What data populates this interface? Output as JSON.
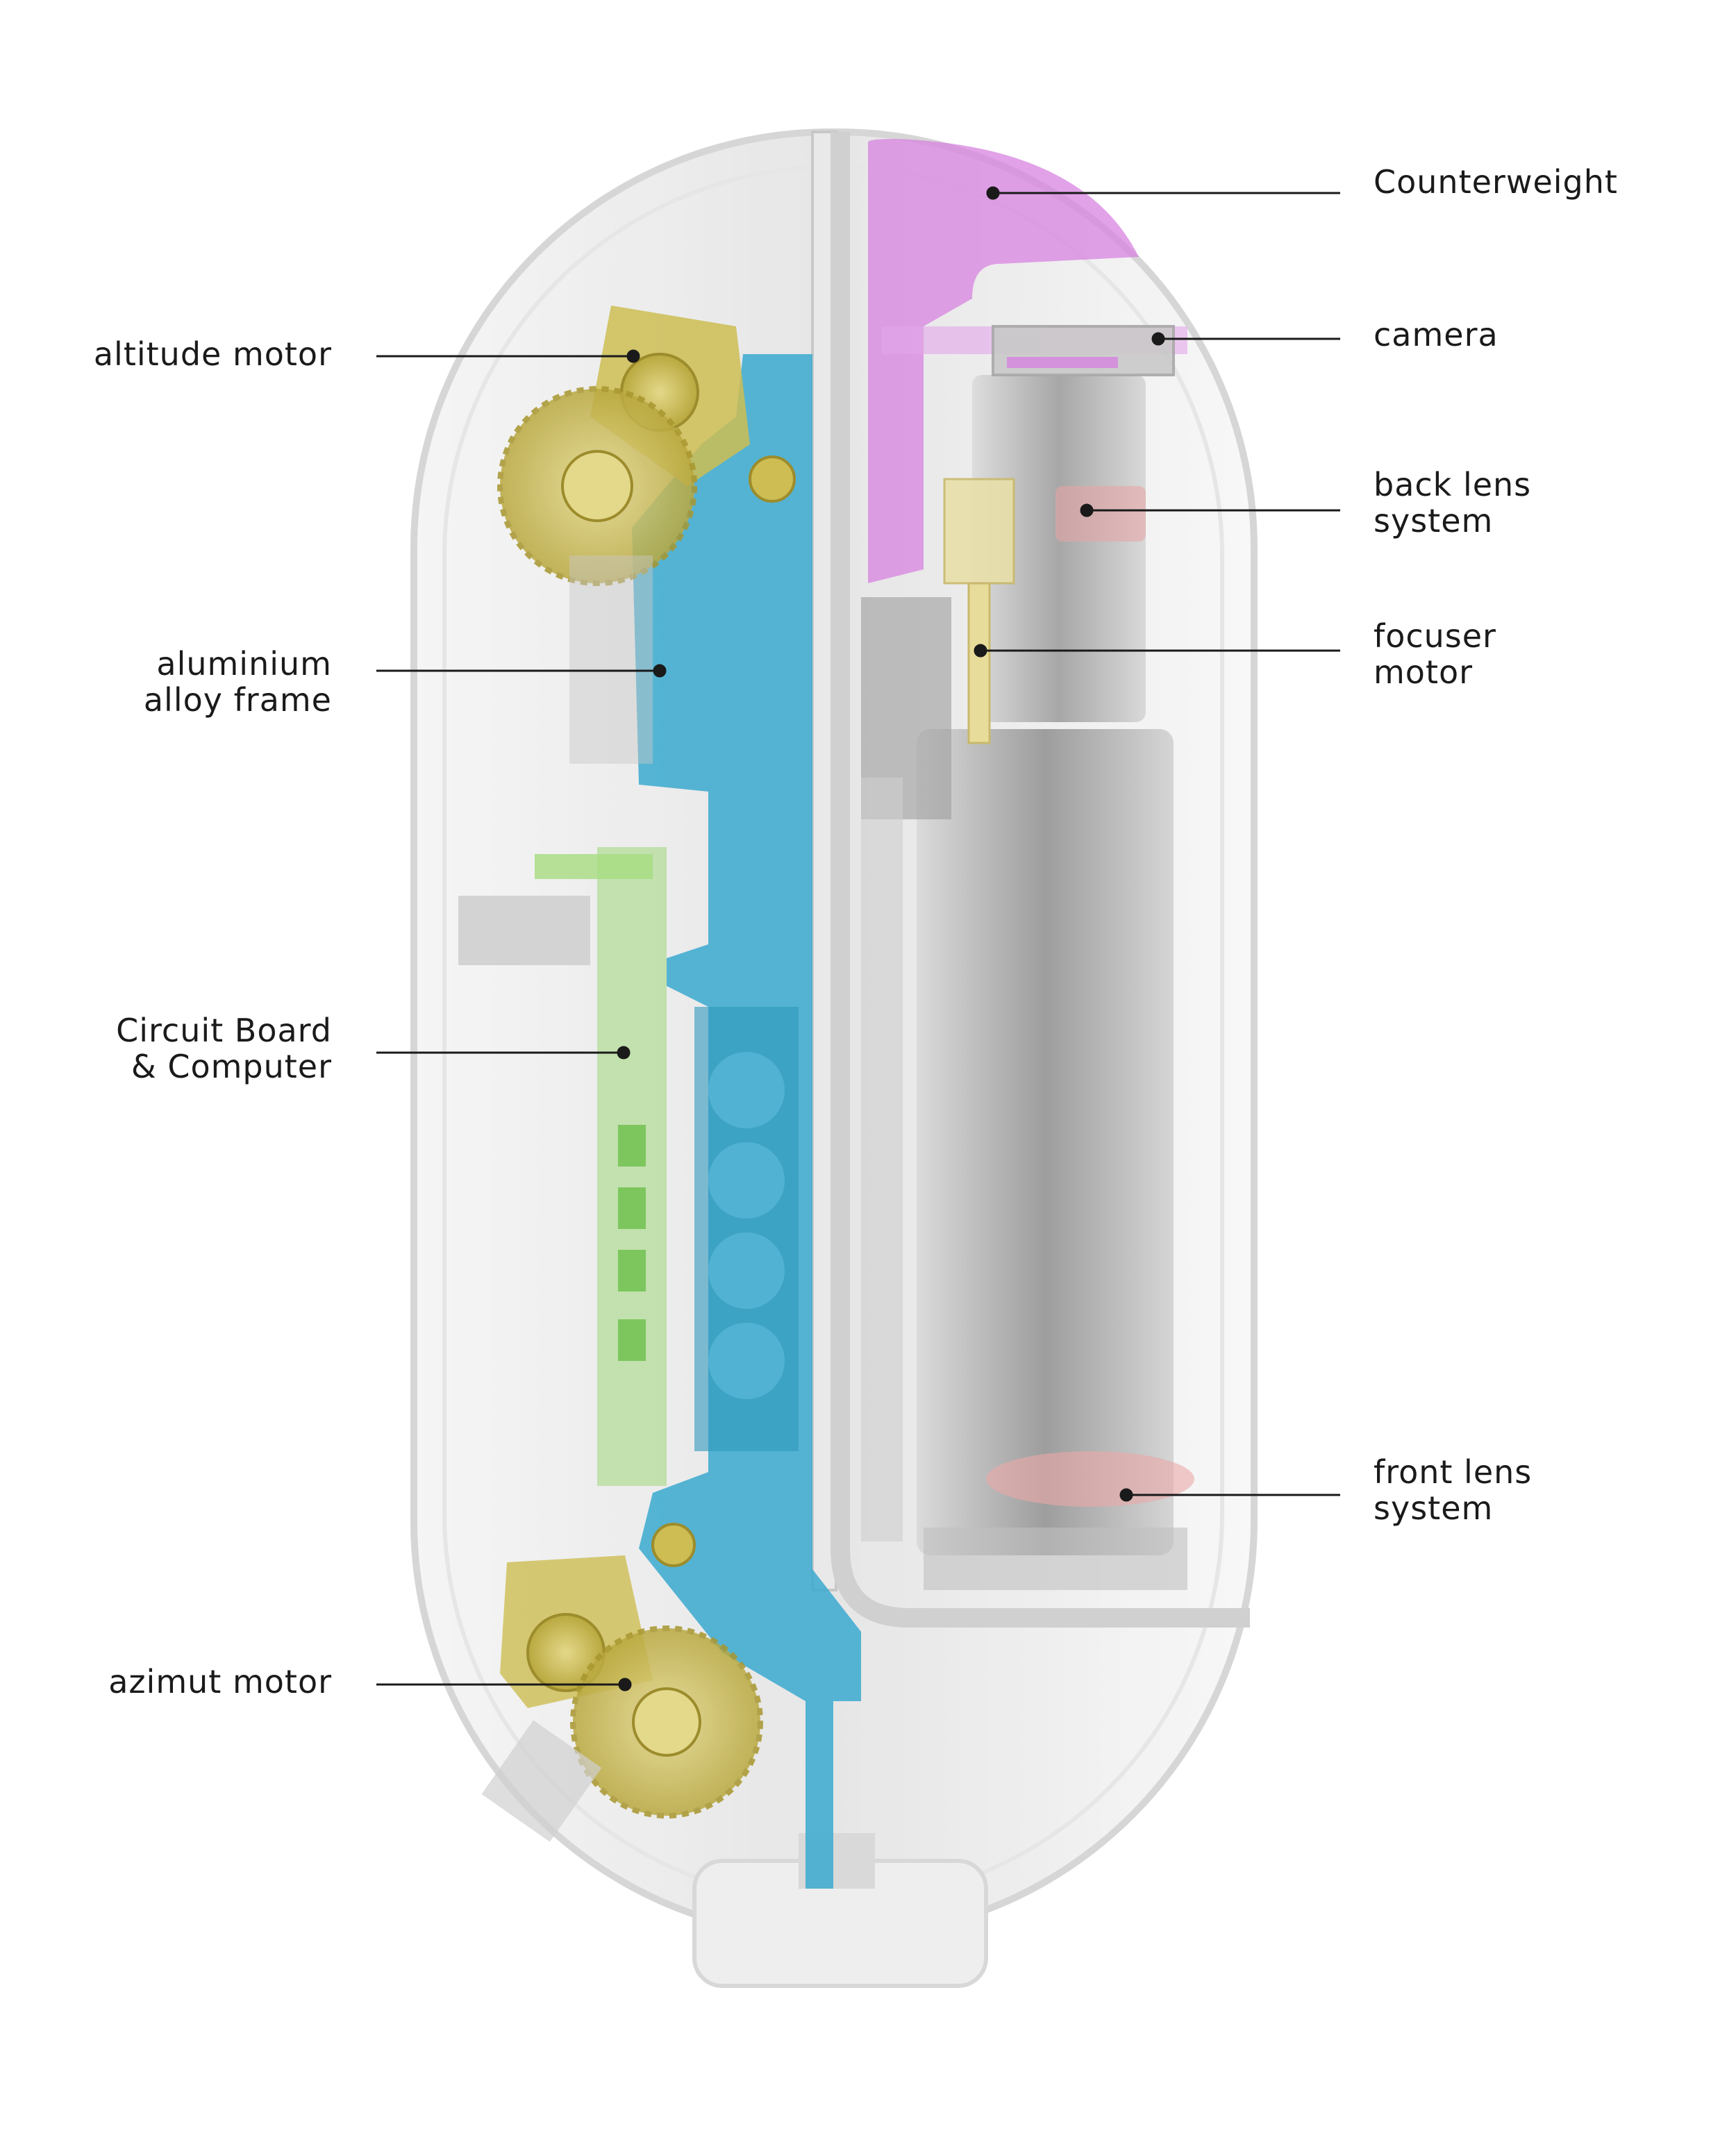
{
  "callouts": {
    "counterweight": "Counterweight",
    "camera": "camera",
    "back_lens": "back lens\nsystem",
    "focuser": "focuser\nmotor",
    "front_lens": "front lens\nsystem",
    "altitude_motor": "altitude motor",
    "frame": "aluminium\nalloy frame",
    "circuit": "Circuit Board\n& Computer",
    "azimut_motor": "azimut motor"
  },
  "colors": {
    "shell": "#ececec",
    "shell_edge": "#d4d4d4",
    "frame": "#3aa9cf",
    "motor": "#cdbd52",
    "counterweight": "#d783e0",
    "circuit": "#9fd77a",
    "tube": "#b9b9b9",
    "lens": "#e9a4a4",
    "leader": "#1a1a1a"
  }
}
